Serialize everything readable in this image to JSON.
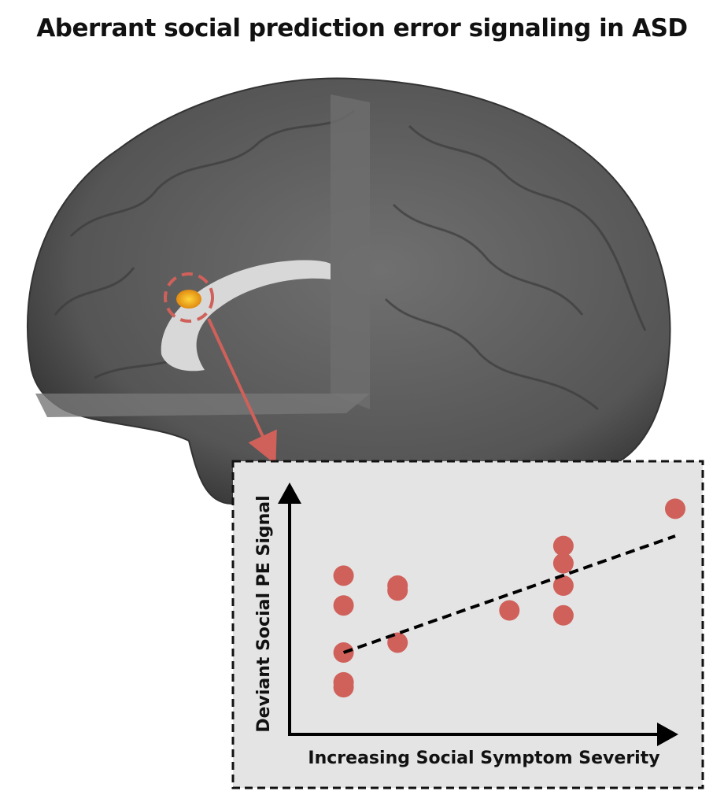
{
  "title": "Aberrant social prediction error signaling in ASD",
  "colors": {
    "point": "#d0605a",
    "highlight": "#f5b21a",
    "brain": "#5a5a5a",
    "panel": "#e4e4e4"
  },
  "chart_data": {
    "type": "scatter",
    "title": "",
    "xlabel": "Increasing Social Symptom Severity",
    "ylabel": "Deviant Social PE Signal",
    "xlim": [
      0,
      10
    ],
    "ylim": [
      0,
      10
    ],
    "grid": false,
    "ticks": "none",
    "points": [
      {
        "x": 1.4,
        "y": 6.4
      },
      {
        "x": 1.4,
        "y": 5.2
      },
      {
        "x": 1.4,
        "y": 3.3
      },
      {
        "x": 1.4,
        "y": 2.1
      },
      {
        "x": 1.4,
        "y": 1.9
      },
      {
        "x": 2.8,
        "y": 6.0
      },
      {
        "x": 2.8,
        "y": 5.8
      },
      {
        "x": 2.8,
        "y": 3.7
      },
      {
        "x": 5.7,
        "y": 5.0
      },
      {
        "x": 7.1,
        "y": 7.6
      },
      {
        "x": 7.1,
        "y": 6.9
      },
      {
        "x": 7.1,
        "y": 6.0
      },
      {
        "x": 7.1,
        "y": 4.8
      },
      {
        "x": 10.0,
        "y": 9.1
      }
    ],
    "trendline": {
      "style": "dashed",
      "x": [
        1.4,
        10.0
      ],
      "y": [
        3.3,
        8.0
      ]
    }
  }
}
